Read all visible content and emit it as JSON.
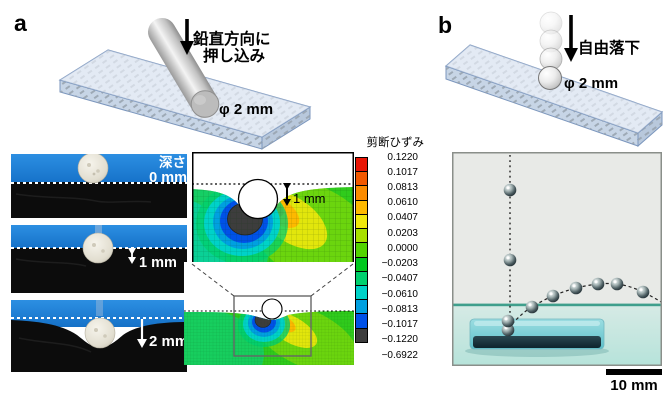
{
  "figure": {
    "panel_a": {
      "label": "a",
      "illustration": {
        "action_line1": "鉛直方向に",
        "action_line2": "押し込み",
        "diameter_label": "φ 2 mm"
      },
      "photos": {
        "depth_title": "深さ",
        "items": [
          {
            "depth": "0 mm"
          },
          {
            "depth": "1 mm"
          },
          {
            "depth": "2 mm"
          }
        ]
      },
      "fem": {
        "indent_label": "1 mm"
      },
      "legend": {
        "title": "剪断ひずみ",
        "ticks": [
          "0.1220",
          "0.1017",
          "0.0813",
          "0.0610",
          "0.0407",
          "0.0203",
          "0.0000",
          "−0.0203",
          "−0.0407",
          "−0.0610",
          "−0.0813",
          "−0.1017",
          "−0.1220",
          "−0.6922"
        ],
        "colors": [
          "#e81505",
          "#f25800",
          "#fb8b00",
          "#fdb900",
          "#f0e80c",
          "#a8e000",
          "#52d400",
          "#00c81e",
          "#00d06e",
          "#00d2c8",
          "#00a0e0",
          "#0051e8",
          "#3d3d3d"
        ]
      }
    },
    "panel_b": {
      "label": "b",
      "illustration": {
        "action": "自由落下",
        "diameter_label": "φ 2 mm"
      },
      "photo": {
        "scale_bar": "10 mm"
      }
    }
  }
}
